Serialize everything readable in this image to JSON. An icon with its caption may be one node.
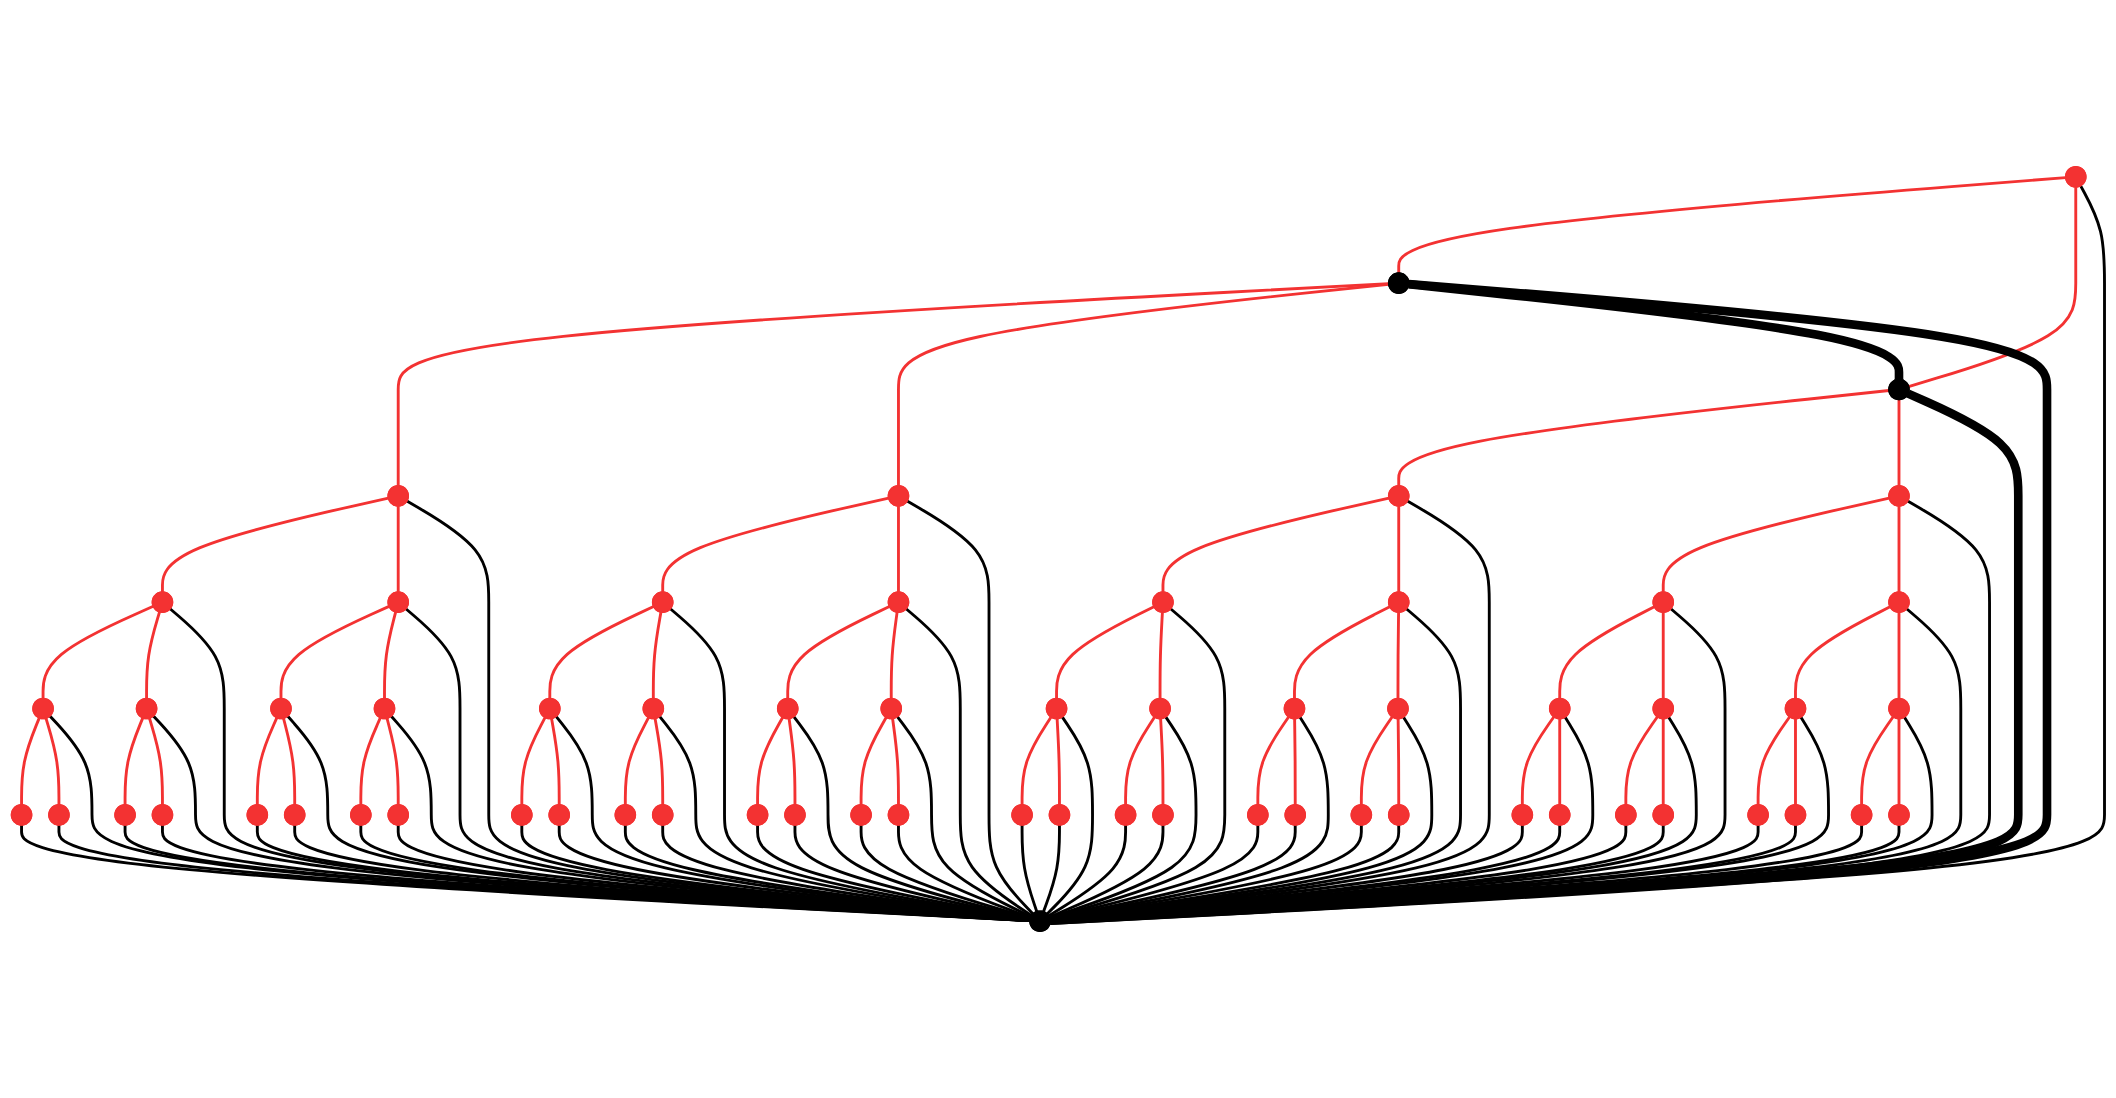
{
  "diagram": {
    "nodes": [
      {
        "text": [],
        "shape": "point"
      },
      {
        "text": [],
        "shape": "circle"
      },
      {
        "text": [],
        "shape": "circle"
      },
      {
        "text": [],
        "shape": "point"
      },
      {
        "text": [],
        "shape": "point"
      },
      {
        "text": [],
        "shape": "point"
      },
      {
        "text": [],
        "shape": "point"
      },
      {
        "text": [],
        "shape": "point"
      },
      {
        "text": [],
        "shape": "point"
      },
      {
        "text": [],
        "shape": "point"
      },
      {
        "text": [],
        "shape": "point"
      },
      {
        "text": [],
        "shape": "point"
      },
      {
        "text": [],
        "shape": "point"
      },
      {
        "text": [],
        "shape": "point"
      },
      {
        "text": [],
        "shape": "point"
      },
      {
        "text": [],
        "shape": "point"
      },
      {
        "text": [],
        "shape": "point"
      },
      {
        "text": [],
        "shape": "point"
      },
      {
        "text": [],
        "shape": "point"
      },
      {
        "text": [],
        "shape": "point"
      },
      {
        "text": [],
        "shape": "point"
      },
      {
        "text": [],
        "shape": "point"
      },
      {
        "text": [],
        "shape": "point"
      },
      {
        "text": [],
        "shape": "point"
      },
      {
        "text": [],
        "shape": "point"
      },
      {
        "text": [],
        "shape": "point"
      },
      {
        "text": [],
        "shape": "point"
      },
      {
        "text": [],
        "shape": "point"
      },
      {
        "text": [],
        "shape": "point"
      },
      {
        "text": [],
        "shape": "point"
      },
      {
        "text": [],
        "shape": "point"
      },
      {
        "text": [],
        "shape": "point"
      },
      {
        "text": [],
        "shape": "point"
      },
      {
        "text": [],
        "shape": "point"
      },
      {
        "text": [],
        "shape": "point"
      },
      {
        "text": [],
        "shape": "point"
      },
      {
        "text": [],
        "shape": "point"
      },
      {
        "text": [],
        "shape": "point"
      },
      {
        "text": [],
        "shape": "point"
      },
      {
        "text": [],
        "shape": "point"
      },
      {
        "text": [],
        "shape": "point"
      },
      {
        "text": [],
        "shape": "point"
      },
      {
        "text": [],
        "shape": "point"
      },
      {
        "text": [],
        "shape": "point"
      },
      {
        "text": [],
        "shape": "point"
      },
      {
        "text": [],
        "shape": "point"
      },
      {
        "text": [],
        "shape": "point"
      },
      {
        "text": [],
        "shape": "point"
      },
      {
        "text": [],
        "shape": "point"
      },
      {
        "text": [],
        "shape": "point"
      },
      {
        "text": [],
        "shape": "point"
      },
      {
        "text": [],
        "shape": "point"
      },
      {
        "text": [],
        "shape": "point"
      },
      {
        "text": [],
        "shape": "point"
      },
      {
        "text": [],
        "shape": "point"
      },
      {
        "text": [],
        "shape": "point"
      },
      {
        "text": [],
        "shape": "point"
      },
      {
        "text": [],
        "shape": "point"
      },
      {
        "text": [],
        "shape": "point"
      },
      {
        "text": [],
        "shape": "point"
      },
      {
        "text": [],
        "shape": "point"
      },
      {
        "text": [],
        "shape": "point"
      },
      {
        "text": [],
        "shape": "point"
      },
      {
        "text": [],
        "shape": "circle"
      }
    ],
    "edges": [
      {
        "from": 0,
        "to": 1,
        "arrow": "none",
        "color": "#f33232"
      },
      {
        "from": 0,
        "to": 2,
        "arrow": "none",
        "color": "#f33232"
      },
      {
        "from": 1,
        "to": 3,
        "arrow": "none",
        "color": "#f33232"
      },
      {
        "from": 1,
        "to": 4,
        "arrow": "none",
        "color": "#f33232"
      },
      {
        "from": 2,
        "to": 5,
        "arrow": "none",
        "color": "#f33232"
      },
      {
        "from": 2,
        "to": 6,
        "arrow": "none",
        "color": "#f33232"
      },
      {
        "from": 3,
        "to": 7,
        "arrow": "none",
        "color": "#f33232"
      },
      {
        "from": 3,
        "to": 8,
        "arrow": "none",
        "color": "#f33232"
      },
      {
        "from": 4,
        "to": 9,
        "arrow": "none",
        "color": "#f33232"
      },
      {
        "from": 4,
        "to": 10,
        "arrow": "none",
        "color": "#f33232"
      },
      {
        "from": 5,
        "to": 11,
        "arrow": "none",
        "color": "#f33232"
      },
      {
        "from": 5,
        "to": 12,
        "arrow": "none",
        "color": "#f33232"
      },
      {
        "from": 6,
        "to": 13,
        "arrow": "none",
        "color": "#f33232"
      },
      {
        "from": 6,
        "to": 14,
        "arrow": "none",
        "color": "#f33232"
      },
      {
        "from": 7,
        "to": 15,
        "arrow": "none",
        "color": "#f33232"
      },
      {
        "from": 7,
        "to": 16,
        "arrow": "none",
        "color": "#f33232"
      },
      {
        "from": 8,
        "to": 17,
        "arrow": "none",
        "color": "#f33232"
      },
      {
        "from": 8,
        "to": 18,
        "arrow": "none",
        "color": "#f33232"
      },
      {
        "from": 9,
        "to": 19,
        "arrow": "none",
        "color": "#f33232"
      },
      {
        "from": 9,
        "to": 20,
        "arrow": "none",
        "color": "#f33232"
      },
      {
        "from": 10,
        "to": 21,
        "arrow": "none",
        "color": "#f33232"
      },
      {
        "from": 10,
        "to": 22,
        "arrow": "none",
        "color": "#f33232"
      },
      {
        "from": 11,
        "to": 23,
        "arrow": "none",
        "color": "#f33232"
      },
      {
        "from": 11,
        "to": 24,
        "arrow": "none",
        "color": "#f33232"
      },
      {
        "from": 12,
        "to": 25,
        "arrow": "none",
        "color": "#f33232"
      },
      {
        "from": 12,
        "to": 26,
        "arrow": "none",
        "color": "#f33232"
      },
      {
        "from": 13,
        "to": 27,
        "arrow": "none",
        "color": "#f33232"
      },
      {
        "from": 13,
        "to": 28,
        "arrow": "none",
        "color": "#f33232"
      },
      {
        "from": 14,
        "to": 29,
        "arrow": "none",
        "color": "#f33232"
      },
      {
        "from": 14,
        "to": 30,
        "arrow": "none",
        "color": "#f33232"
      },
      {
        "from": 15,
        "to": 31,
        "arrow": "none",
        "color": "#f33232"
      },
      {
        "from": 15,
        "to": 32,
        "arrow": "none",
        "color": "#f33232"
      },
      {
        "from": 16,
        "to": 33,
        "arrow": "none",
        "color": "#f33232"
      },
      {
        "from": 16,
        "to": 34,
        "arrow": "none",
        "color": "#f33232"
      },
      {
        "from": 17,
        "to": 35,
        "arrow": "none",
        "color": "#f33232"
      },
      {
        "from": 17,
        "to": 36,
        "arrow": "none",
        "color": "#f33232"
      },
      {
        "from": 18,
        "to": 37,
        "arrow": "none",
        "color": "#f33232"
      },
      {
        "from": 18,
        "to": 38,
        "arrow": "none",
        "color": "#f33232"
      },
      {
        "from": 19,
        "to": 39,
        "arrow": "none",
        "color": "#f33232"
      },
      {
        "from": 19,
        "to": 40,
        "arrow": "none",
        "color": "#f33232"
      },
      {
        "from": 20,
        "to": 41,
        "arrow": "none",
        "color": "#f33232"
      },
      {
        "from": 20,
        "to": 42,
        "arrow": "none",
        "color": "#f33232"
      },
      {
        "from": 21,
        "to": 43,
        "arrow": "none",
        "color": "#f33232"
      },
      {
        "from": 21,
        "to": 44,
        "arrow": "none",
        "color": "#f33232"
      },
      {
        "from": 22,
        "to": 45,
        "arrow": "none",
        "color": "#f33232"
      },
      {
        "from": 22,
        "to": 46,
        "arrow": "none",
        "color": "#f33232"
      },
      {
        "from": 23,
        "to": 47,
        "arrow": "none",
        "color": "#f33232"
      },
      {
        "from": 23,
        "to": 48,
        "arrow": "none",
        "color": "#f33232"
      },
      {
        "from": 24,
        "to": 49,
        "arrow": "none",
        "color": "#f33232"
      },
      {
        "from": 24,
        "to": 50,
        "arrow": "none",
        "color": "#f33232"
      },
      {
        "from": 25,
        "to": 51,
        "arrow": "none",
        "color": "#f33232"
      },
      {
        "from": 25,
        "to": 52,
        "arrow": "none",
        "color": "#f33232"
      },
      {
        "from": 26,
        "to": 53,
        "arrow": "none",
        "color": "#f33232"
      },
      {
        "from": 26,
        "to": 54,
        "arrow": "none",
        "color": "#f33232"
      },
      {
        "from": 27,
        "to": 55,
        "arrow": "none",
        "color": "#f33232"
      },
      {
        "from": 27,
        "to": 56,
        "arrow": "none",
        "color": "#f33232"
      },
      {
        "from": 28,
        "to": 57,
        "arrow": "none",
        "color": "#f33232"
      },
      {
        "from": 28,
        "to": 58,
        "arrow": "none",
        "color": "#f33232"
      },
      {
        "from": 29,
        "to": 59,
        "arrow": "none",
        "color": "#f33232"
      },
      {
        "from": 29,
        "to": 60,
        "arrow": "none",
        "color": "#f33232"
      },
      {
        "from": 30,
        "to": 61,
        "arrow": "none",
        "color": "#f33232"
      },
      {
        "from": 30,
        "to": 62,
        "arrow": "none",
        "color": "#f33232"
      },
      {
        "from": 1,
        "to": 2,
        "arrow": "none",
        "style": "thick"
      },
      {
        "from": 1,
        "to": 63,
        "arrow": "none",
        "style": "thick"
      },
      {
        "from": 2,
        "to": 63,
        "arrow": "none",
        "style": "thick"
      },
      {
        "from": 0,
        "to": 63,
        "arrow": "none"
      },
      {
        "from": 3,
        "to": 63,
        "arrow": "none"
      },
      {
        "from": 4,
        "to": 63,
        "arrow": "none"
      },
      {
        "from": 5,
        "to": 63,
        "arrow": "none"
      },
      {
        "from": 6,
        "to": 63,
        "arrow": "none"
      },
      {
        "from": 7,
        "to": 63,
        "arrow": "none"
      },
      {
        "from": 8,
        "to": 63,
        "arrow": "none"
      },
      {
        "from": 9,
        "to": 63,
        "arrow": "none"
      },
      {
        "from": 10,
        "to": 63,
        "arrow": "none"
      },
      {
        "from": 11,
        "to": 63,
        "arrow": "none"
      },
      {
        "from": 12,
        "to": 63,
        "arrow": "none"
      },
      {
        "from": 13,
        "to": 63,
        "arrow": "none"
      },
      {
        "from": 14,
        "to": 63,
        "arrow": "none"
      },
      {
        "from": 15,
        "to": 63,
        "arrow": "none"
      },
      {
        "from": 16,
        "to": 63,
        "arrow": "none"
      },
      {
        "from": 17,
        "to": 63,
        "arrow": "none"
      },
      {
        "from": 18,
        "to": 63,
        "arrow": "none"
      },
      {
        "from": 19,
        "to": 63,
        "arrow": "none"
      },
      {
        "from": 20,
        "to": 63,
        "arrow": "none"
      },
      {
        "from": 21,
        "to": 63,
        "arrow": "none"
      },
      {
        "from": 22,
        "to": 63,
        "arrow": "none"
      },
      {
        "from": 23,
        "to": 63,
        "arrow": "none"
      },
      {
        "from": 24,
        "to": 63,
        "arrow": "none"
      },
      {
        "from": 25,
        "to": 63,
        "arrow": "none"
      },
      {
        "from": 26,
        "to": 63,
        "arrow": "none"
      },
      {
        "from": 27,
        "to": 63,
        "arrow": "none"
      },
      {
        "from": 28,
        "to": 63,
        "arrow": "none"
      },
      {
        "from": 29,
        "to": 63,
        "arrow": "none"
      },
      {
        "from": 30,
        "to": 63,
        "arrow": "none"
      },
      {
        "from": 31,
        "to": 63,
        "arrow": "none"
      },
      {
        "from": 32,
        "to": 63,
        "arrow": "none"
      },
      {
        "from": 33,
        "to": 63,
        "arrow": "none"
      },
      {
        "from": 34,
        "to": 63,
        "arrow": "none"
      },
      {
        "from": 35,
        "to": 63,
        "arrow": "none"
      },
      {
        "from": 36,
        "to": 63,
        "arrow": "none"
      },
      {
        "from": 37,
        "to": 63,
        "arrow": "none"
      },
      {
        "from": 38,
        "to": 63,
        "arrow": "none"
      },
      {
        "from": 39,
        "to": 63,
        "arrow": "none"
      },
      {
        "from": 40,
        "to": 63,
        "arrow": "none"
      },
      {
        "from": 41,
        "to": 63,
        "arrow": "none"
      },
      {
        "from": 42,
        "to": 63,
        "arrow": "none"
      },
      {
        "from": 43,
        "to": 63,
        "arrow": "none"
      },
      {
        "from": 44,
        "to": 63,
        "arrow": "none"
      },
      {
        "from": 45,
        "to": 63,
        "arrow": "none"
      },
      {
        "from": 46,
        "to": 63,
        "arrow": "none"
      },
      {
        "from": 47,
        "to": 63,
        "arrow": "none"
      },
      {
        "from": 48,
        "to": 63,
        "arrow": "none"
      },
      {
        "from": 49,
        "to": 63,
        "arrow": "none"
      },
      {
        "from": 50,
        "to": 63,
        "arrow": "none"
      },
      {
        "from": 51,
        "to": 63,
        "arrow": "none"
      },
      {
        "from": 52,
        "to": 63,
        "arrow": "none"
      },
      {
        "from": 53,
        "to": 63,
        "arrow": "none"
      },
      {
        "from": 54,
        "to": 63,
        "arrow": "none"
      },
      {
        "from": 55,
        "to": 63,
        "arrow": "none"
      },
      {
        "from": 56,
        "to": 63,
        "arrow": "none"
      },
      {
        "from": 57,
        "to": 63,
        "arrow": "none"
      },
      {
        "from": 58,
        "to": 63,
        "arrow": "none"
      },
      {
        "from": 59,
        "to": 63,
        "arrow": "none"
      },
      {
        "from": 60,
        "to": 63,
        "arrow": "none"
      },
      {
        "from": 61,
        "to": 63,
        "arrow": "none"
      },
      {
        "from": 62,
        "to": 63,
        "arrow": "none"
      }
    ]
  }
}
